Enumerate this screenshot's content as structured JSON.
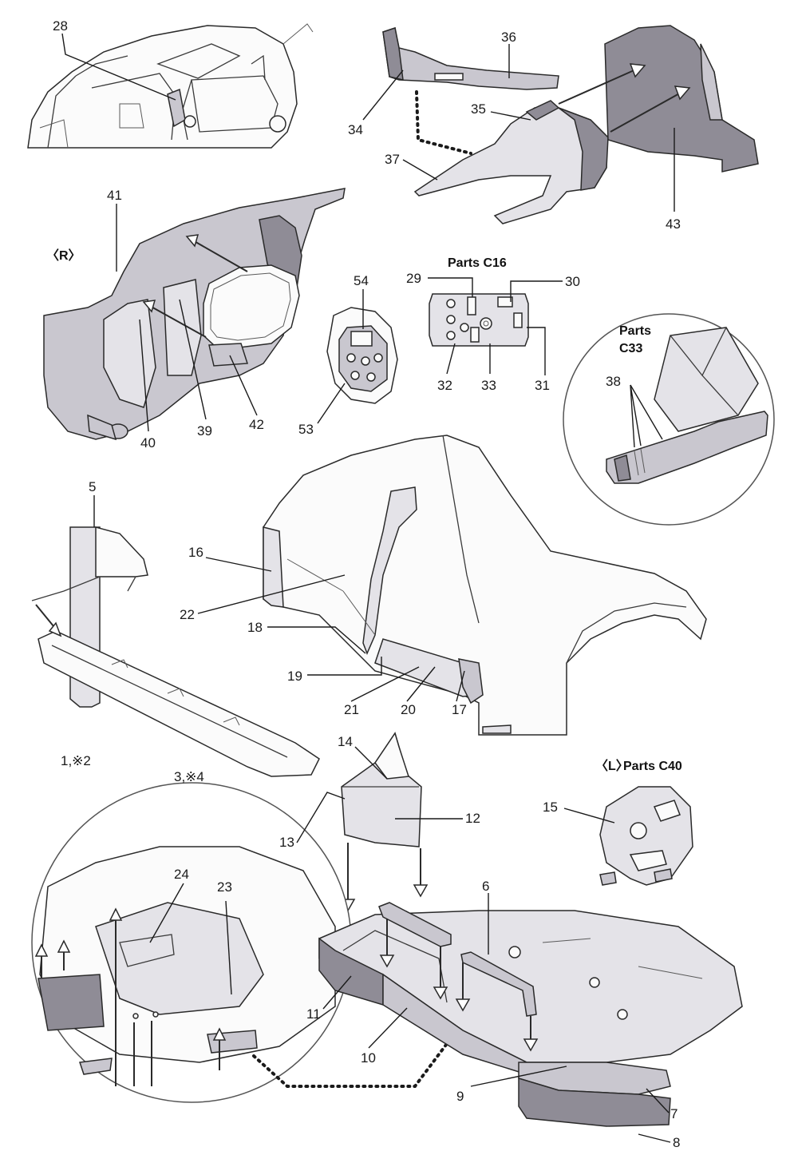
{
  "headings": {
    "right_side": "〈R〉",
    "parts_c16": "Parts C16",
    "parts_c33_line1": "Parts",
    "parts_c33_line2": "C33",
    "left_side": "〈L〉",
    "parts_c40": "Parts C40"
  },
  "part_numbers": {
    "p28": "28",
    "p36": "36",
    "p34": "34",
    "p35": "35",
    "p37": "37",
    "p43": "43",
    "p41": "41",
    "p40": "40",
    "p39": "39",
    "p42": "42",
    "p54": "54",
    "p53": "53",
    "p29": "29",
    "p30": "30",
    "p31": "31",
    "p32": "32",
    "p33": "33",
    "p38": "38",
    "p5": "5",
    "p1": "1,※2",
    "p3": "3,※4",
    "p16": "16",
    "p22": "22",
    "p18": "18",
    "p19": "19",
    "p21": "21",
    "p20": "20",
    "p17": "17",
    "p14": "14",
    "p13": "13",
    "p12": "12",
    "p15": "15",
    "p24": "24",
    "p23": "23",
    "p6": "6",
    "p11": "11",
    "p10": "10",
    "p9": "9",
    "p7": "7",
    "p8": "8"
  },
  "colors": {
    "light_part": "#e4e3e8",
    "mid_part": "#c9c7cf",
    "dark_part": "#8f8c96",
    "line": "#2a2a2a"
  },
  "icons": {
    "assembly_arrow": "assembly-arrow-icon",
    "dotted_link": "dotted-connector"
  }
}
